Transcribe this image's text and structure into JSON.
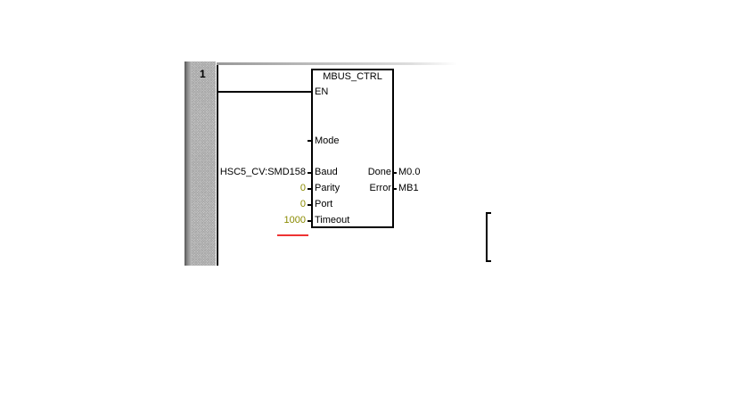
{
  "network": {
    "number": "1"
  },
  "block": {
    "title": "MBUS_CTRL",
    "inputs": {
      "en": "EN",
      "mode": "Mode",
      "baud": "Baud",
      "parity": "Parity",
      "port": "Port",
      "timeout": "Timeout"
    },
    "outputs": {
      "done": "Done",
      "error": "Error"
    }
  },
  "operands": {
    "baud": "HSC5_CV:SMD158",
    "parity": "0",
    "port": "0",
    "timeout": "1000",
    "done": "M0.0",
    "error": "MB1"
  }
}
